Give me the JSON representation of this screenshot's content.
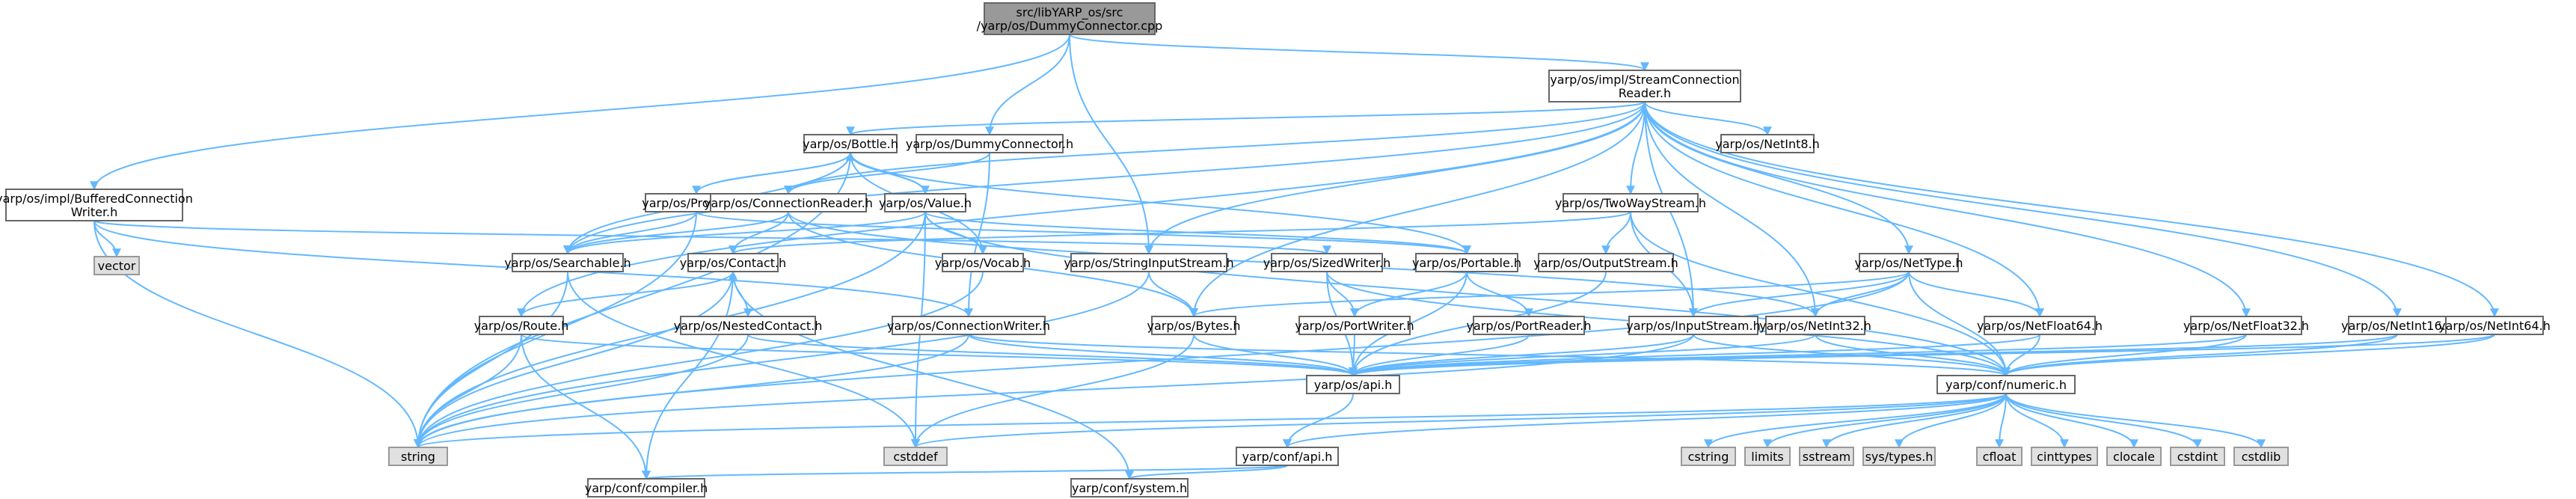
{
  "diagram": {
    "type": "include-dependency-graph",
    "edge_color": "#63b8ff",
    "root_fill": "#999999",
    "system_fill": "#e0e0e0",
    "node_border": "#666666"
  },
  "nodes": [
    {
      "id": "root",
      "lines": [
        "src/libYARP_os/src",
        "/yarp/os/DummyConnector.cpp"
      ],
      "kind": "root"
    },
    {
      "id": "buffered",
      "lines": [
        "yarp/os/impl/BufferedConnection",
        "Writer.h"
      ],
      "kind": "file"
    },
    {
      "id": "vector",
      "lines": [
        "vector"
      ],
      "kind": "system"
    },
    {
      "id": "scr",
      "lines": [
        "yarp/os/impl/StreamConnection",
        "Reader.h"
      ],
      "kind": "file"
    },
    {
      "id": "bottle",
      "lines": [
        "yarp/os/Bottle.h"
      ],
      "kind": "file"
    },
    {
      "id": "dummyh",
      "lines": [
        "yarp/os/DummyConnector.h"
      ],
      "kind": "file"
    },
    {
      "id": "netint8",
      "lines": [
        "yarp/os/NetInt8.h"
      ],
      "kind": "file"
    },
    {
      "id": "property",
      "lines": [
        "yarp/os/Property.h"
      ],
      "kind": "file"
    },
    {
      "id": "connreader",
      "lines": [
        "yarp/os/ConnectionReader.h"
      ],
      "kind": "file"
    },
    {
      "id": "value",
      "lines": [
        "yarp/os/Value.h"
      ],
      "kind": "file"
    },
    {
      "id": "twoway",
      "lines": [
        "yarp/os/TwoWayStream.h"
      ],
      "kind": "file"
    },
    {
      "id": "searchable",
      "lines": [
        "yarp/os/Searchable.h"
      ],
      "kind": "file"
    },
    {
      "id": "contact",
      "lines": [
        "yarp/os/Contact.h"
      ],
      "kind": "file"
    },
    {
      "id": "vocab",
      "lines": [
        "yarp/os/Vocab.h"
      ],
      "kind": "file"
    },
    {
      "id": "stringinput",
      "lines": [
        "yarp/os/StringInputStream.h"
      ],
      "kind": "file"
    },
    {
      "id": "sizedwriter",
      "lines": [
        "yarp/os/SizedWriter.h"
      ],
      "kind": "file"
    },
    {
      "id": "portable",
      "lines": [
        "yarp/os/Portable.h"
      ],
      "kind": "file"
    },
    {
      "id": "outputstream",
      "lines": [
        "yarp/os/OutputStream.h"
      ],
      "kind": "file"
    },
    {
      "id": "nettype",
      "lines": [
        "yarp/os/NetType.h"
      ],
      "kind": "file"
    },
    {
      "id": "route",
      "lines": [
        "yarp/os/Route.h"
      ],
      "kind": "file"
    },
    {
      "id": "nestedcontact",
      "lines": [
        "yarp/os/NestedContact.h"
      ],
      "kind": "file"
    },
    {
      "id": "connwriter",
      "lines": [
        "yarp/os/ConnectionWriter.h"
      ],
      "kind": "file"
    },
    {
      "id": "bytes",
      "lines": [
        "yarp/os/Bytes.h"
      ],
      "kind": "file"
    },
    {
      "id": "portwriter",
      "lines": [
        "yarp/os/PortWriter.h"
      ],
      "kind": "file"
    },
    {
      "id": "portreader",
      "lines": [
        "yarp/os/PortReader.h"
      ],
      "kind": "file"
    },
    {
      "id": "inputstream",
      "lines": [
        "yarp/os/InputStream.h"
      ],
      "kind": "file"
    },
    {
      "id": "netint32",
      "lines": [
        "yarp/os/NetInt32.h"
      ],
      "kind": "file"
    },
    {
      "id": "netfloat64",
      "lines": [
        "yarp/os/NetFloat64.h"
      ],
      "kind": "file"
    },
    {
      "id": "netfloat32",
      "lines": [
        "yarp/os/NetFloat32.h"
      ],
      "kind": "file"
    },
    {
      "id": "netint16",
      "lines": [
        "yarp/os/NetInt16.h"
      ],
      "kind": "file"
    },
    {
      "id": "netint64",
      "lines": [
        "yarp/os/NetInt64.h"
      ],
      "kind": "file"
    },
    {
      "id": "osapi",
      "lines": [
        "yarp/os/api.h"
      ],
      "kind": "file"
    },
    {
      "id": "numeric",
      "lines": [
        "yarp/conf/numeric.h"
      ],
      "kind": "file"
    },
    {
      "id": "string",
      "lines": [
        "string"
      ],
      "kind": "system"
    },
    {
      "id": "cstddef",
      "lines": [
        "cstddef"
      ],
      "kind": "system"
    },
    {
      "id": "confapi",
      "lines": [
        "yarp/conf/api.h"
      ],
      "kind": "file"
    },
    {
      "id": "compiler",
      "lines": [
        "yarp/conf/compiler.h"
      ],
      "kind": "file"
    },
    {
      "id": "system",
      "lines": [
        "yarp/conf/system.h"
      ],
      "kind": "file"
    },
    {
      "id": "cstring",
      "lines": [
        "cstring"
      ],
      "kind": "system"
    },
    {
      "id": "limits",
      "lines": [
        "limits"
      ],
      "kind": "system"
    },
    {
      "id": "sstream",
      "lines": [
        "sstream"
      ],
      "kind": "system"
    },
    {
      "id": "systypes",
      "lines": [
        "sys/types.h"
      ],
      "kind": "system"
    },
    {
      "id": "cfloat",
      "lines": [
        "cfloat"
      ],
      "kind": "system"
    },
    {
      "id": "cinttypes",
      "lines": [
        "cinttypes"
      ],
      "kind": "system"
    },
    {
      "id": "clocale",
      "lines": [
        "clocale"
      ],
      "kind": "system"
    },
    {
      "id": "cstdint",
      "lines": [
        "cstdint"
      ],
      "kind": "system"
    },
    {
      "id": "cstdlib",
      "lines": [
        "cstdlib"
      ],
      "kind": "system"
    }
  ],
  "edges": [
    [
      "root",
      "buffered"
    ],
    [
      "root",
      "scr"
    ],
    [
      "root",
      "dummyh"
    ],
    [
      "root",
      "stringinput"
    ],
    [
      "buffered",
      "vector"
    ],
    [
      "buffered",
      "string"
    ],
    [
      "buffered",
      "sizedwriter"
    ],
    [
      "buffered",
      "connwriter"
    ],
    [
      "scr",
      "bottle"
    ],
    [
      "scr",
      "connreader"
    ],
    [
      "scr",
      "netint8"
    ],
    [
      "scr",
      "twoway"
    ],
    [
      "scr",
      "stringinput"
    ],
    [
      "scr",
      "nettype"
    ],
    [
      "scr",
      "netint32"
    ],
    [
      "scr",
      "inputstream"
    ],
    [
      "scr",
      "netfloat64"
    ],
    [
      "scr",
      "netfloat32"
    ],
    [
      "scr",
      "netint16"
    ],
    [
      "scr",
      "netint64"
    ],
    [
      "scr",
      "bytes"
    ],
    [
      "scr",
      "route"
    ],
    [
      "scr",
      "searchable"
    ],
    [
      "dummyh",
      "connreader"
    ],
    [
      "dummyh",
      "connwriter"
    ],
    [
      "bottle",
      "property"
    ],
    [
      "bottle",
      "value"
    ],
    [
      "bottle",
      "searchable"
    ],
    [
      "bottle",
      "portable"
    ],
    [
      "bottle",
      "vocab"
    ],
    [
      "bottle",
      "string"
    ],
    [
      "property",
      "bottle"
    ],
    [
      "property",
      "searchable"
    ],
    [
      "property",
      "string"
    ],
    [
      "property",
      "portable"
    ],
    [
      "value",
      "bottle"
    ],
    [
      "value",
      "searchable"
    ],
    [
      "value",
      "vocab"
    ],
    [
      "value",
      "portable"
    ],
    [
      "value",
      "cstddef"
    ],
    [
      "value",
      "string"
    ],
    [
      "value",
      "numeric"
    ],
    [
      "connreader",
      "contact"
    ],
    [
      "connreader",
      "searchable"
    ],
    [
      "connreader",
      "bytes"
    ],
    [
      "connreader",
      "netint32"
    ],
    [
      "twoway",
      "outputstream"
    ],
    [
      "twoway",
      "inputstream"
    ],
    [
      "twoway",
      "contact"
    ],
    [
      "twoway",
      "numeric"
    ],
    [
      "searchable",
      "string"
    ],
    [
      "searchable",
      "cstddef"
    ],
    [
      "contact",
      "nestedcontact"
    ],
    [
      "contact",
      "compiler"
    ],
    [
      "contact",
      "system"
    ],
    [
      "contact",
      "string"
    ],
    [
      "vocab",
      "string"
    ],
    [
      "stringinput",
      "bytes"
    ],
    [
      "stringinput",
      "string"
    ],
    [
      "sizedwriter",
      "portwriter"
    ],
    [
      "sizedwriter",
      "osapi"
    ],
    [
      "sizedwriter",
      "numeric"
    ],
    [
      "portable",
      "portwriter"
    ],
    [
      "portable",
      "portreader"
    ],
    [
      "portable",
      "osapi"
    ],
    [
      "outputstream",
      "osapi"
    ],
    [
      "nettype",
      "bytes"
    ],
    [
      "nettype",
      "inputstream"
    ],
    [
      "nettype",
      "netint32"
    ],
    [
      "nettype",
      "netfloat64"
    ],
    [
      "nettype",
      "numeric"
    ],
    [
      "nettype",
      "string"
    ],
    [
      "route",
      "contact"
    ],
    [
      "route",
      "osapi"
    ],
    [
      "route",
      "string"
    ],
    [
      "route",
      "compiler"
    ],
    [
      "nestedcontact",
      "string"
    ],
    [
      "nestedcontact",
      "osapi"
    ],
    [
      "connwriter",
      "osapi"
    ],
    [
      "connwriter",
      "numeric"
    ],
    [
      "connwriter",
      "string"
    ],
    [
      "bytes",
      "osapi"
    ],
    [
      "bytes",
      "cstddef"
    ],
    [
      "portwriter",
      "osapi"
    ],
    [
      "portreader",
      "osapi"
    ],
    [
      "inputstream",
      "osapi"
    ],
    [
      "inputstream",
      "numeric"
    ],
    [
      "inputstream",
      "string"
    ],
    [
      "netint32",
      "osapi"
    ],
    [
      "netint32",
      "numeric"
    ],
    [
      "netfloat64",
      "osapi"
    ],
    [
      "netfloat64",
      "numeric"
    ],
    [
      "netfloat32",
      "osapi"
    ],
    [
      "netfloat32",
      "numeric"
    ],
    [
      "netint16",
      "osapi"
    ],
    [
      "netint16",
      "numeric"
    ],
    [
      "netint64",
      "osapi"
    ],
    [
      "netint64",
      "numeric"
    ],
    [
      "osapi",
      "confapi"
    ],
    [
      "numeric",
      "string"
    ],
    [
      "numeric",
      "cstddef"
    ],
    [
      "numeric",
      "cstring"
    ],
    [
      "numeric",
      "limits"
    ],
    [
      "numeric",
      "sstream"
    ],
    [
      "numeric",
      "systypes"
    ],
    [
      "numeric",
      "cfloat"
    ],
    [
      "numeric",
      "cinttypes"
    ],
    [
      "numeric",
      "clocale"
    ],
    [
      "numeric",
      "cstdint"
    ],
    [
      "numeric",
      "cstdlib"
    ],
    [
      "numeric",
      "confapi"
    ],
    [
      "confapi",
      "compiler"
    ],
    [
      "confapi",
      "system"
    ]
  ]
}
